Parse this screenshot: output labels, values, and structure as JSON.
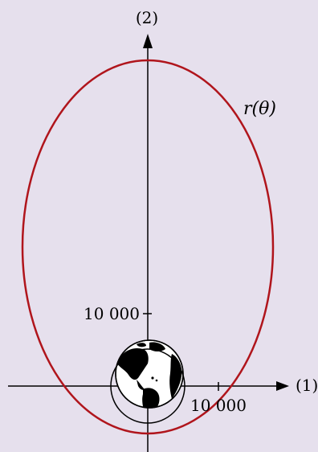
{
  "axes": {
    "x_label": "(1)",
    "y_label": "(2)",
    "x_tick_label": "10 000",
    "y_tick_label": "10 000"
  },
  "curve": {
    "label": "r(θ)",
    "color": "#b0151c"
  },
  "earth": {
    "icon": "earth-globe-icon",
    "land_color": "#000000",
    "ocean_color": "#ffffff"
  },
  "colors": {
    "background": "#e6e0ed",
    "axis": "#000000"
  }
}
